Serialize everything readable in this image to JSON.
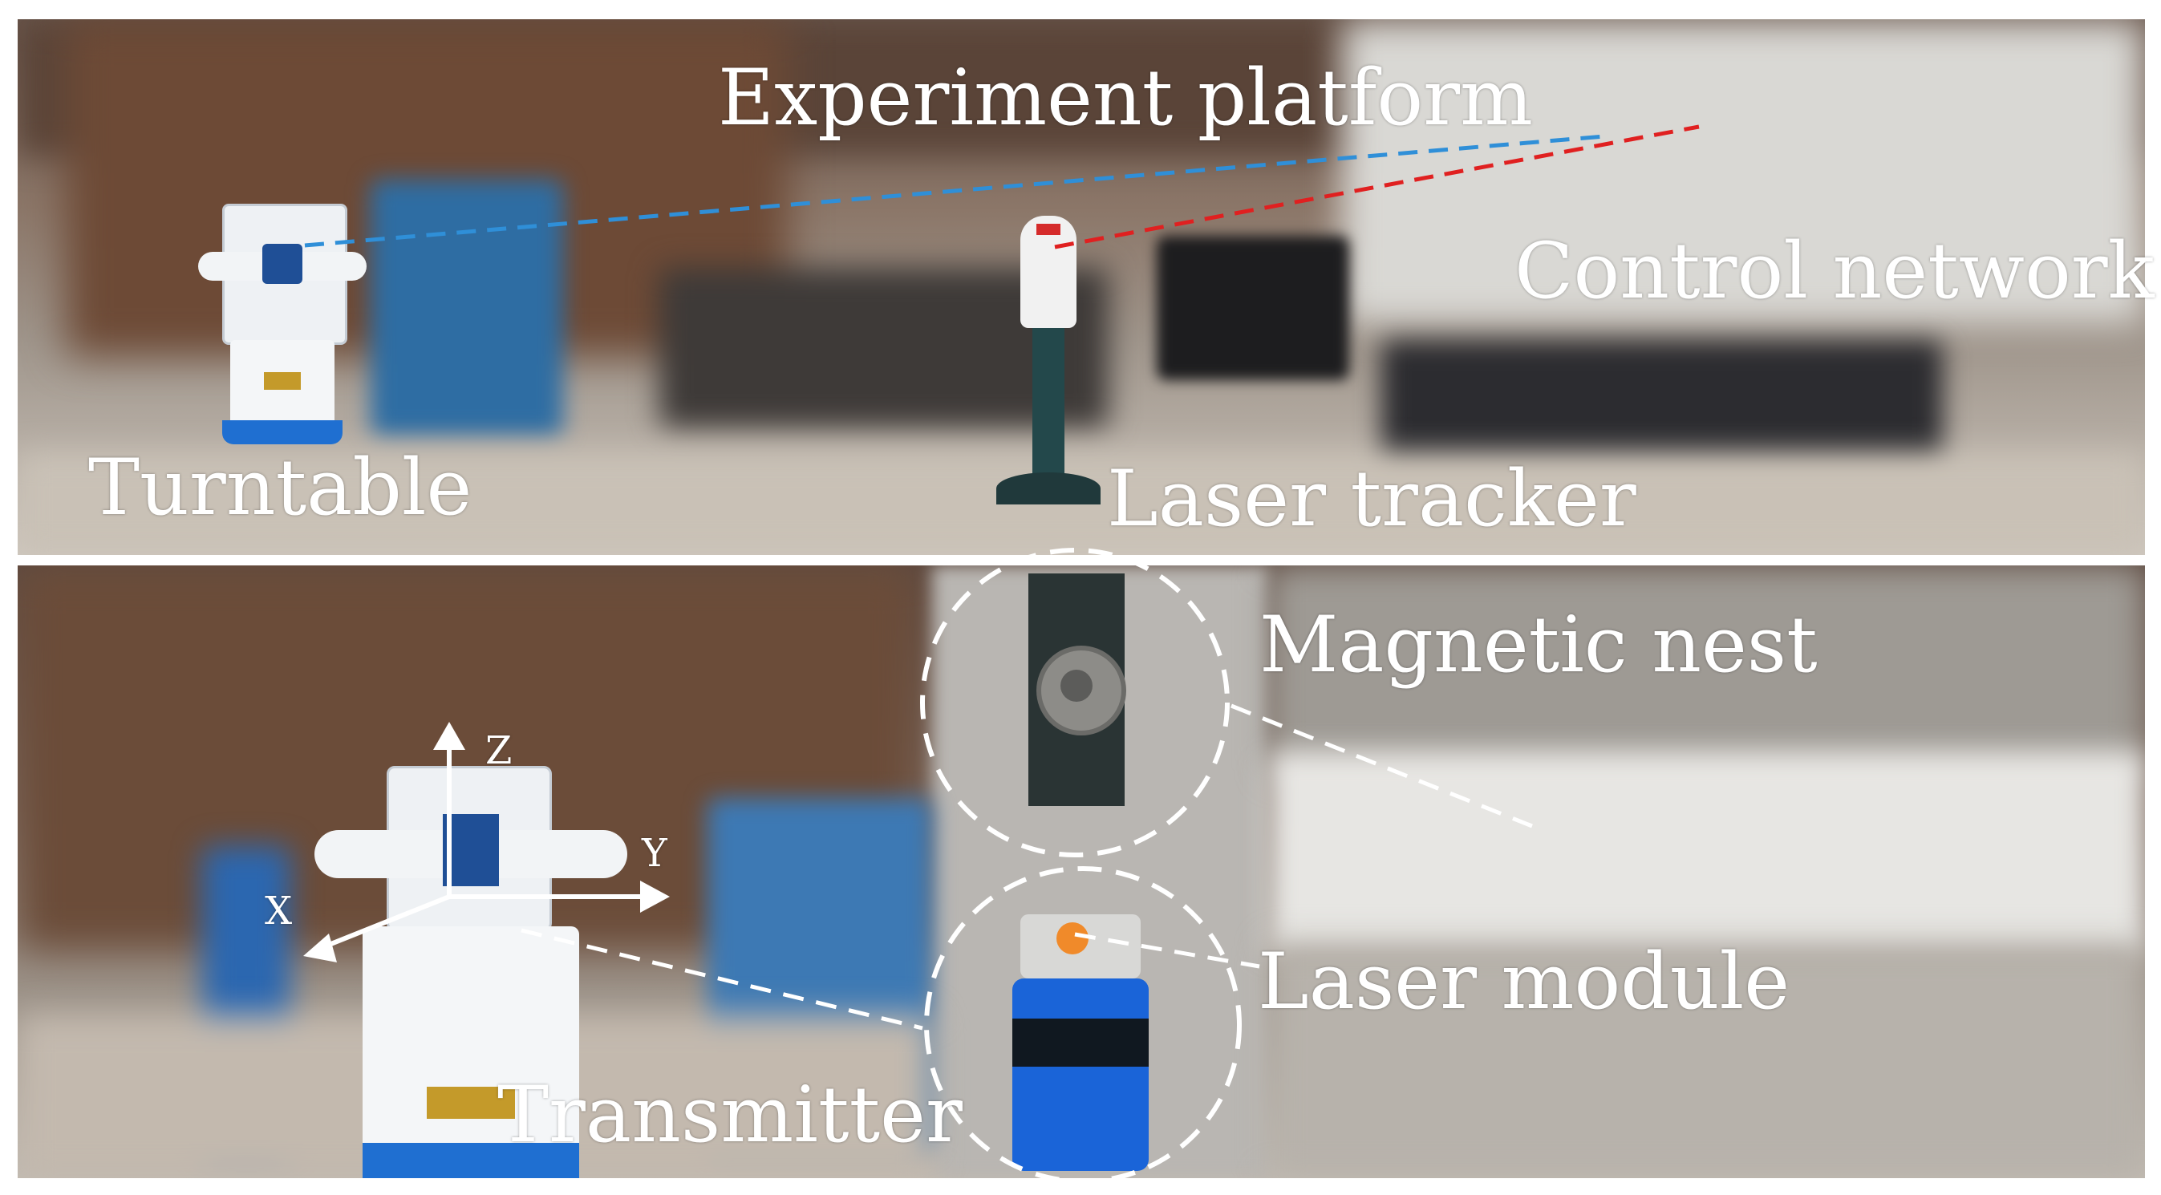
{
  "labels": {
    "experiment_platform": "Experiment platform",
    "control_network": "Control network",
    "turntable": "Turntable",
    "laser_tracker": "Laser tracker",
    "magnetic_nest": "Magnetic nest",
    "laser_module": "Laser module",
    "transmitter": "Transmitter"
  },
  "axes": {
    "x": "X",
    "y": "Y",
    "z": "Z"
  },
  "colors": {
    "blue_line": "#2f8fd8",
    "red_line": "#e02020",
    "annotation": "#ffffff",
    "turntable_blue": "#1f6fd1",
    "module_blue": "#1a64d8"
  }
}
